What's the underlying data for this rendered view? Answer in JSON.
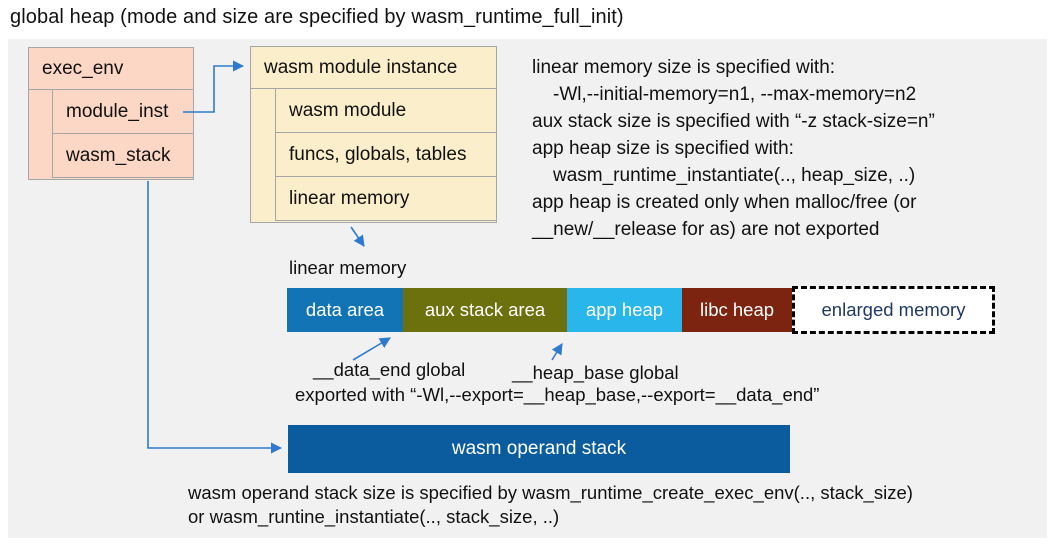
{
  "title": "global heap (mode and size are specified by wasm_runtime_full_init)",
  "exec_env": {
    "header": "exec_env",
    "rows": [
      "module_inst",
      "wasm_stack"
    ]
  },
  "module_instance": {
    "header": "wasm module instance",
    "rows": [
      "wasm module",
      "funcs, globals, tables",
      "linear memory"
    ]
  },
  "notes": {
    "lines": [
      "linear memory size is specified with:",
      "-Wl,--initial-memory=n1, --max-memory=n2",
      "aux stack size is specified with “-z stack-size=n”",
      "app heap size is specified with:",
      "wasm_runtime_instantiate(.., heap_size, ..)",
      "app heap is created only when malloc/free (or",
      "__new/__release for as) are not exported"
    ]
  },
  "linear_memory": {
    "label": "linear memory",
    "segments": [
      {
        "label": "data area",
        "color": "#1273b5"
      },
      {
        "label": "aux stack area",
        "color": "#6c700d"
      },
      {
        "label": "app heap",
        "color": "#29b6ea"
      },
      {
        "label": "libc heap",
        "color": "#7c2410"
      },
      {
        "label": "enlarged memory",
        "color": "#ffffff"
      }
    ],
    "annotations": {
      "data_end": "__data_end global",
      "heap_base": "__heap_base global",
      "exported": "exported with “-Wl,--export=__heap_base,--export=__data_end”"
    }
  },
  "operand_stack": {
    "label": "wasm operand stack"
  },
  "footer": {
    "lines": [
      "wasm operand stack size is specified by wasm_runtime_create_exec_env(.., stack_size)",
      "or wasm_runtine_instantiate(.., stack_size, ..)"
    ]
  },
  "colors": {
    "panel_bg": "#f1f1f2",
    "struct_box_fill": "#fcd7c6",
    "instance_box_fill": "#faeecb",
    "box_border": "#a6a6a6",
    "connector_blue": "#2e7bcd",
    "operand_stack_fill": "#0a5c9e",
    "enlarged_text": "#1f3864"
  }
}
